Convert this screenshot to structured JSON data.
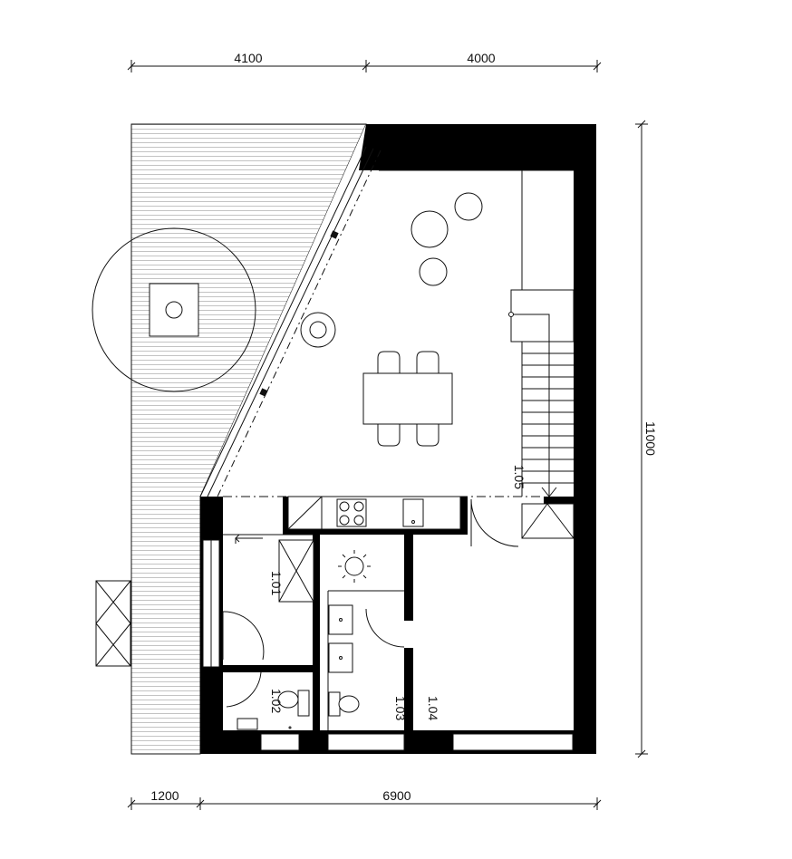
{
  "dimensions": {
    "top_left": "4100",
    "top_right": "4000",
    "right": "11000",
    "bottom_left": "1200",
    "bottom_right": "6900"
  },
  "rooms": {
    "r101": "1.01",
    "r102": "1.02",
    "r103": "1.03",
    "r104": "1.04",
    "r105": "1.05"
  },
  "colors": {
    "wall": "#000000",
    "line": "#111111",
    "background": "#ffffff"
  }
}
